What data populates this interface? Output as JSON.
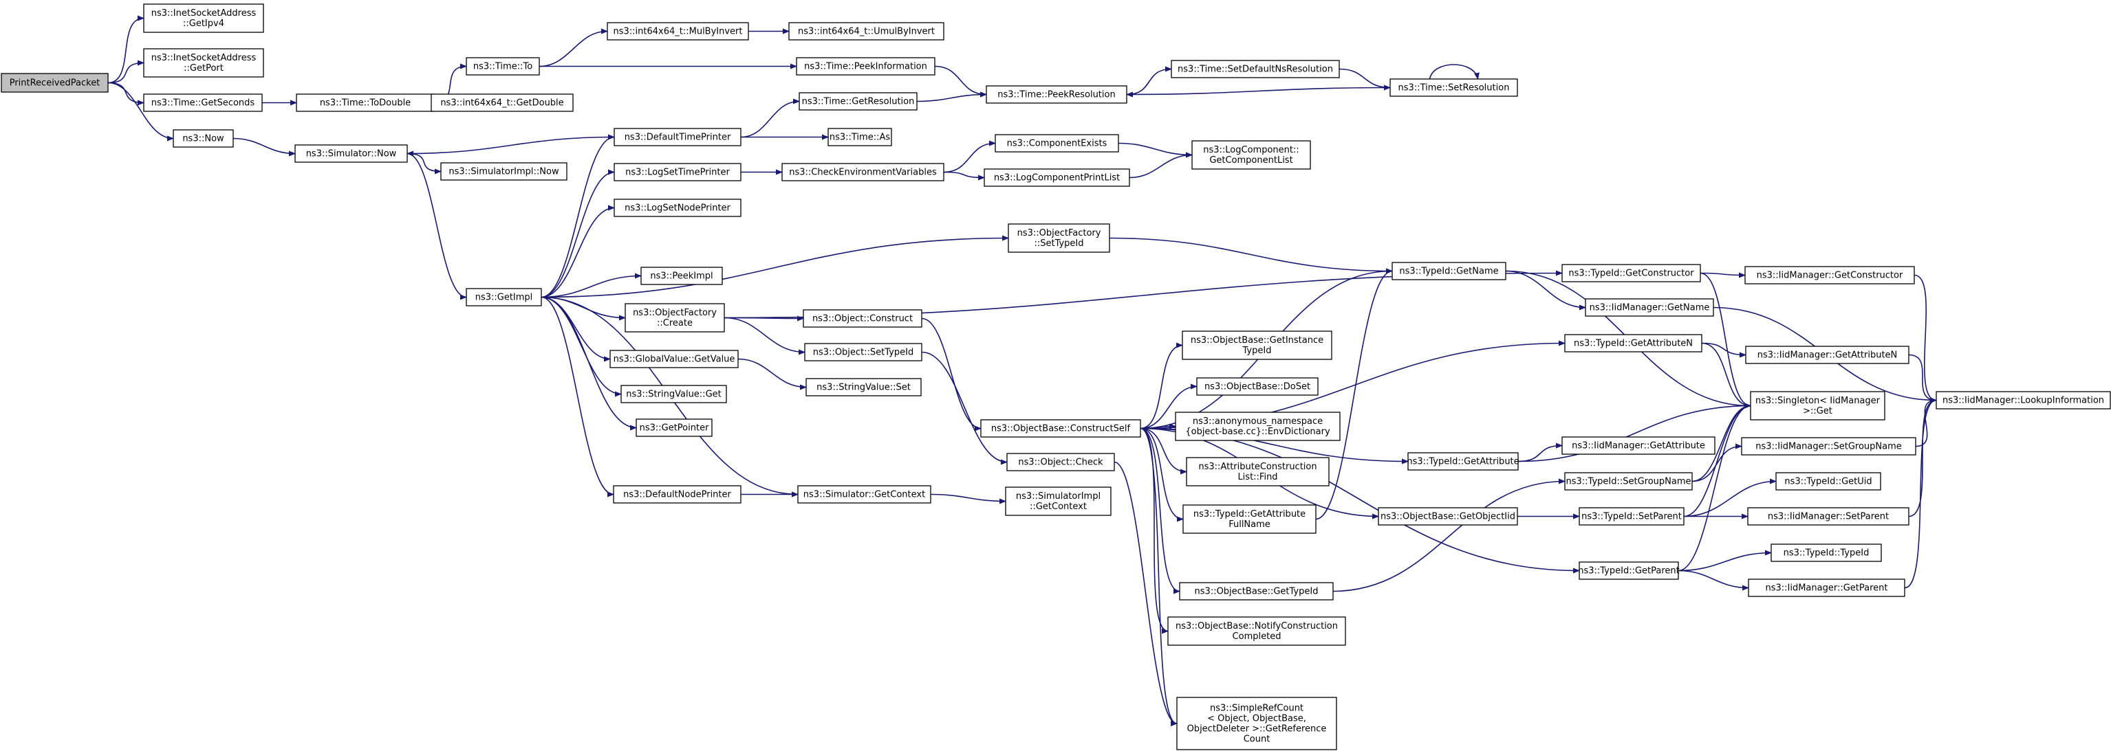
{
  "diagram": {
    "type": "call-graph",
    "nodes": [
      {
        "id": "n0",
        "lines": [
          "PrintReceivedPacket"
        ]
      },
      {
        "id": "n1",
        "lines": [
          "ns3::InetSocketAddress",
          "::GetIpv4"
        ]
      },
      {
        "id": "n2",
        "lines": [
          "ns3::InetSocketAddress",
          "::GetPort"
        ]
      },
      {
        "id": "n3",
        "lines": [
          "ns3::Time::GetSeconds"
        ]
      },
      {
        "id": "n4",
        "lines": [
          "ns3::Now"
        ]
      },
      {
        "id": "n5",
        "lines": [
          "ns3::Time::ToDouble"
        ]
      },
      {
        "id": "n6",
        "lines": [
          "ns3::Time::To"
        ]
      },
      {
        "id": "n7",
        "lines": [
          "ns3::int64x64_t::GetDouble"
        ]
      },
      {
        "id": "n8",
        "lines": [
          "ns3::int64x64_t::MulByInvert"
        ]
      },
      {
        "id": "n9",
        "lines": [
          "ns3::int64x64_t::UmulByInvert"
        ]
      },
      {
        "id": "n10",
        "lines": [
          "ns3::Time::PeekInformation"
        ]
      },
      {
        "id": "n11",
        "lines": [
          "ns3::Time::PeekResolution"
        ]
      },
      {
        "id": "n12",
        "lines": [
          "ns3::Time::SetDefaultNsResolution"
        ]
      },
      {
        "id": "n13",
        "lines": [
          "ns3::Time::SetResolution"
        ]
      },
      {
        "id": "n14",
        "lines": [
          "ns3::Simulator::Now"
        ]
      },
      {
        "id": "n15",
        "lines": [
          "ns3::SimulatorImpl::Now"
        ]
      },
      {
        "id": "n16",
        "lines": [
          "ns3::DefaultTimePrinter"
        ]
      },
      {
        "id": "n17",
        "lines": [
          "ns3::Time::GetResolution"
        ]
      },
      {
        "id": "n18",
        "lines": [
          "ns3::Time::As"
        ]
      },
      {
        "id": "n19",
        "lines": [
          "ns3::LogSetTimePrinter"
        ]
      },
      {
        "id": "n20",
        "lines": [
          "ns3::CheckEnvironmentVariables"
        ]
      },
      {
        "id": "n21",
        "lines": [
          "ns3::ComponentExists"
        ]
      },
      {
        "id": "n22",
        "lines": [
          "ns3::LogComponentPrintList"
        ]
      },
      {
        "id": "n23",
        "lines": [
          "ns3::LogComponent::",
          "GetComponentList"
        ]
      },
      {
        "id": "n24",
        "lines": [
          "ns3::LogSetNodePrinter"
        ]
      },
      {
        "id": "n25",
        "lines": [
          "ns3::ObjectFactory",
          "::SetTypeId"
        ]
      },
      {
        "id": "n26",
        "lines": [
          "ns3::GetImpl"
        ]
      },
      {
        "id": "n27",
        "lines": [
          "ns3::PeekImpl"
        ]
      },
      {
        "id": "n28",
        "lines": [
          "ns3::ObjectFactory",
          "::Create"
        ]
      },
      {
        "id": "n29",
        "lines": [
          "ns3::Object::Construct"
        ]
      },
      {
        "id": "n30",
        "lines": [
          "ns3::Object::SetTypeId"
        ]
      },
      {
        "id": "n31",
        "lines": [
          "ns3::GlobalValue::GetValue"
        ]
      },
      {
        "id": "n32",
        "lines": [
          "ns3::StringValue::Set"
        ]
      },
      {
        "id": "n33",
        "lines": [
          "ns3::StringValue::Get"
        ]
      },
      {
        "id": "n34",
        "lines": [
          "ns3::GetPointer"
        ]
      },
      {
        "id": "n35",
        "lines": [
          "ns3::DefaultNodePrinter"
        ]
      },
      {
        "id": "n36",
        "lines": [
          "ns3::Simulator::GetContext"
        ]
      },
      {
        "id": "n37",
        "lines": [
          "ns3::SimulatorImpl",
          "::GetContext"
        ]
      },
      {
        "id": "n38",
        "lines": [
          "ns3::ObjectBase::ConstructSelf"
        ]
      },
      {
        "id": "n39",
        "lines": [
          "ns3::Object::Check"
        ]
      },
      {
        "id": "n40",
        "lines": [
          "ns3::ObjectBase::GetInstance",
          "TypeId"
        ]
      },
      {
        "id": "n41",
        "lines": [
          "ns3::ObjectBase::DoSet"
        ]
      },
      {
        "id": "n42",
        "lines": [
          "ns3::anonymous_namespace",
          "{object-base.cc}::EnvDictionary"
        ]
      },
      {
        "id": "n43",
        "lines": [
          "ns3::AttributeConstruction",
          "List::Find"
        ]
      },
      {
        "id": "n44",
        "lines": [
          "ns3::TypeId::GetAttribute",
          "FullName"
        ]
      },
      {
        "id": "n45",
        "lines": [
          "ns3::ObjectBase::GetTypeId"
        ]
      },
      {
        "id": "n46",
        "lines": [
          "ns3::ObjectBase::NotifyConstruction",
          "Completed"
        ]
      },
      {
        "id": "n47",
        "lines": [
          "ns3::SimpleRefCount",
          "< Object, ObjectBase,",
          "ObjectDeleter >::GetReference",
          "Count"
        ]
      },
      {
        "id": "n48",
        "lines": [
          "ns3::TypeId::GetName"
        ]
      },
      {
        "id": "n49",
        "lines": [
          "ns3::TypeId::GetAttribute"
        ]
      },
      {
        "id": "n50",
        "lines": [
          "ns3::ObjectBase::GetObjectIid"
        ]
      },
      {
        "id": "n51",
        "lines": [
          "ns3::TypeId::GetConstructor"
        ]
      },
      {
        "id": "n52",
        "lines": [
          "ns3::IidManager::GetName"
        ]
      },
      {
        "id": "n53",
        "lines": [
          "ns3::TypeId::GetAttributeN"
        ]
      },
      {
        "id": "n54",
        "lines": [
          "ns3::IidManager::GetAttribute"
        ]
      },
      {
        "id": "n55",
        "lines": [
          "ns3::TypeId::SetGroupName"
        ]
      },
      {
        "id": "n56",
        "lines": [
          "ns3::TypeId::SetParent"
        ]
      },
      {
        "id": "n57",
        "lines": [
          "ns3::TypeId::GetParent"
        ]
      },
      {
        "id": "n58",
        "lines": [
          "ns3::IidManager::GetConstructor"
        ]
      },
      {
        "id": "n59",
        "lines": [
          "ns3::IidManager::GetAttributeN"
        ]
      },
      {
        "id": "n60",
        "lines": [
          "ns3::Singleton< IidManager",
          ">::Get"
        ]
      },
      {
        "id": "n61",
        "lines": [
          "ns3::IidManager::SetGroupName"
        ]
      },
      {
        "id": "n62",
        "lines": [
          "ns3::TypeId::GetUid"
        ]
      },
      {
        "id": "n63",
        "lines": [
          "ns3::IidManager::SetParent"
        ]
      },
      {
        "id": "n64",
        "lines": [
          "ns3::TypeId::TypeId"
        ]
      },
      {
        "id": "n65",
        "lines": [
          "ns3::IidManager::GetParent"
        ]
      },
      {
        "id": "n66",
        "lines": [
          "ns3::IidManager::LookupInformation"
        ]
      }
    ],
    "edges": [
      [
        "n0",
        "n1"
      ],
      [
        "n0",
        "n2"
      ],
      [
        "n0",
        "n3"
      ],
      [
        "n0",
        "n4"
      ],
      [
        "n3",
        "n5"
      ],
      [
        "n5",
        "n6"
      ],
      [
        "n5",
        "n7"
      ],
      [
        "n6",
        "n8"
      ],
      [
        "n6",
        "n10"
      ],
      [
        "n8",
        "n9"
      ],
      [
        "n10",
        "n11"
      ],
      [
        "n11",
        "n12"
      ],
      [
        "n12",
        "n13"
      ],
      [
        "n13",
        "n11"
      ],
      [
        "n13",
        "n13"
      ],
      [
        "n4",
        "n14"
      ],
      [
        "n14",
        "n15"
      ],
      [
        "n14",
        "n26"
      ],
      [
        "n16",
        "n14"
      ],
      [
        "n16",
        "n17"
      ],
      [
        "n16",
        "n18"
      ],
      [
        "n17",
        "n11"
      ],
      [
        "n19",
        "n20"
      ],
      [
        "n20",
        "n21"
      ],
      [
        "n20",
        "n22"
      ],
      [
        "n21",
        "n23"
      ],
      [
        "n22",
        "n23"
      ],
      [
        "n26",
        "n16"
      ],
      [
        "n26",
        "n19"
      ],
      [
        "n26",
        "n24"
      ],
      [
        "n26",
        "n25"
      ],
      [
        "n26",
        "n27"
      ],
      [
        "n26",
        "n28"
      ],
      [
        "n26",
        "n31"
      ],
      [
        "n26",
        "n33"
      ],
      [
        "n26",
        "n34"
      ],
      [
        "n26",
        "n35"
      ],
      [
        "n26",
        "n36"
      ],
      [
        "n25",
        "n48"
      ],
      [
        "n28",
        "n29"
      ],
      [
        "n28",
        "n30"
      ],
      [
        "n28",
        "n51"
      ],
      [
        "n29",
        "n38"
      ],
      [
        "n30",
        "n39"
      ],
      [
        "n31",
        "n32"
      ],
      [
        "n35",
        "n36"
      ],
      [
        "n36",
        "n37"
      ],
      [
        "n39",
        "n47"
      ],
      [
        "n38",
        "n40"
      ],
      [
        "n38",
        "n41"
      ],
      [
        "n38",
        "n42"
      ],
      [
        "n38",
        "n43"
      ],
      [
        "n38",
        "n44"
      ],
      [
        "n38",
        "n45"
      ],
      [
        "n38",
        "n46"
      ],
      [
        "n38",
        "n47"
      ],
      [
        "n38",
        "n48"
      ],
      [
        "n38",
        "n49"
      ],
      [
        "n38",
        "n50"
      ],
      [
        "n38",
        "n53"
      ],
      [
        "n38",
        "n57"
      ],
      [
        "n44",
        "n48"
      ],
      [
        "n45",
        "n55"
      ],
      [
        "n50",
        "n56"
      ],
      [
        "n48",
        "n52"
      ],
      [
        "n48",
        "n60"
      ],
      [
        "n49",
        "n54"
      ],
      [
        "n49",
        "n60"
      ],
      [
        "n51",
        "n58"
      ],
      [
        "n51",
        "n60"
      ],
      [
        "n52",
        "n66"
      ],
      [
        "n53",
        "n59"
      ],
      [
        "n53",
        "n60"
      ],
      [
        "n55",
        "n61"
      ],
      [
        "n55",
        "n60"
      ],
      [
        "n56",
        "n62"
      ],
      [
        "n56",
        "n63"
      ],
      [
        "n56",
        "n60"
      ],
      [
        "n57",
        "n64"
      ],
      [
        "n57",
        "n65"
      ],
      [
        "n57",
        "n60"
      ],
      [
        "n58",
        "n66"
      ],
      [
        "n59",
        "n66"
      ],
      [
        "n61",
        "n66"
      ],
      [
        "n63",
        "n66"
      ],
      [
        "n65",
        "n66"
      ]
    ]
  }
}
